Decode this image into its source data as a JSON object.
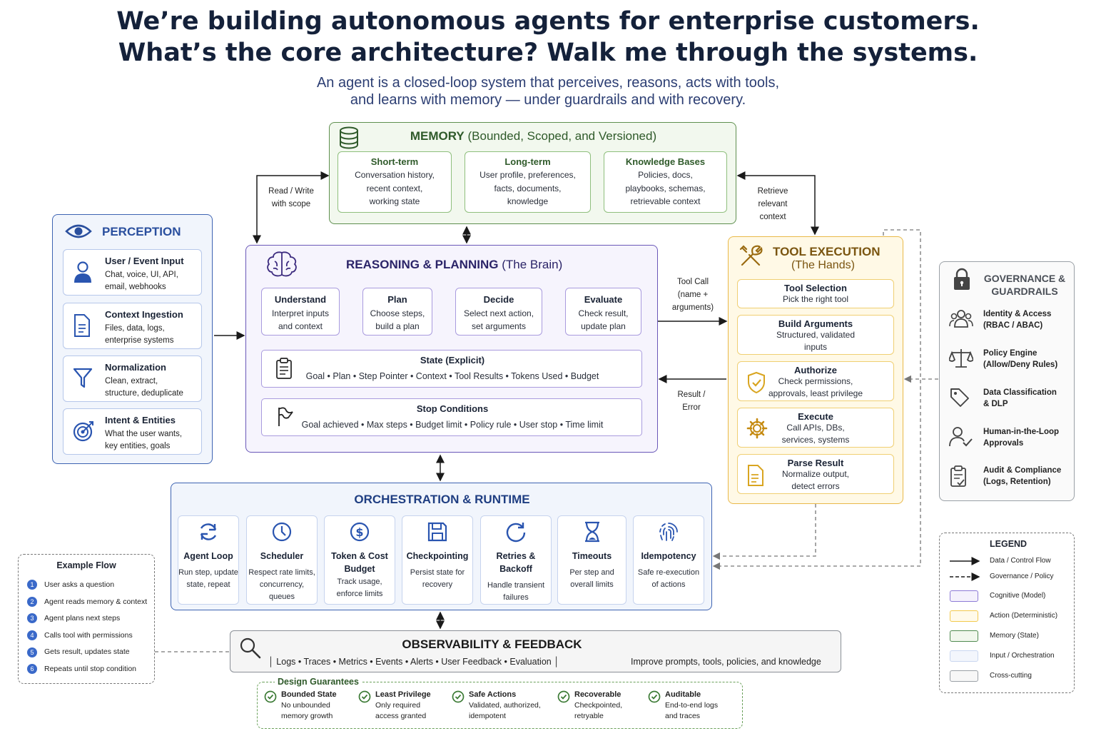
{
  "title": {
    "line1": "We’re building autonomous agents for enterprise customers.",
    "line2": "What’s the core architecture? Walk me through the systems."
  },
  "subtitle": {
    "line1": "An agent is a closed-loop system that perceives, reasons, acts with tools,",
    "line2": "and learns with memory — under guardrails and with recovery."
  },
  "memory": {
    "title": "MEMORY",
    "qual": "(Bounded, Scoped, and Versioned)",
    "items": [
      {
        "name": "Short-term",
        "l1": "Conversation history,",
        "l2": "recent context,",
        "l3": "working state"
      },
      {
        "name": "Long-term",
        "l1": "User profile, preferences,",
        "l2": "facts, documents,",
        "l3": "knowledge"
      },
      {
        "name": "Knowledge Bases",
        "l1": "Policies, docs,",
        "l2": "playbooks, schemas,",
        "l3": "retrievable context"
      }
    ]
  },
  "edges": {
    "rw1": "Read / Write",
    "rw2": "with scope",
    "rt1": "Retrieve",
    "rt2": "relevant",
    "rt3": "context",
    "tc1": "Tool Call",
    "tc2": "(name +",
    "tc3": "arguments)",
    "re1": "Result /",
    "re2": "Error"
  },
  "perception": {
    "title": "PERCEPTION",
    "items": [
      {
        "name": "User / Event Input",
        "l1": "Chat, voice, UI, API,",
        "l2": "email, webhooks"
      },
      {
        "name": "Context Ingestion",
        "l1": "Files, data, logs,",
        "l2": "enterprise systems"
      },
      {
        "name": "Normalization",
        "l1": "Clean, extract,",
        "l2": "structure, deduplicate"
      },
      {
        "name": "Intent & Entities",
        "l1": "What the user wants,",
        "l2": "key entities, goals"
      }
    ]
  },
  "reasoning": {
    "title": "REASONING & PLANNING",
    "qual": "(The Brain)",
    "steps": [
      {
        "name": "Understand",
        "l1": "Interpret inputs",
        "l2": "and context"
      },
      {
        "name": "Plan",
        "l1": "Choose steps,",
        "l2": "build a plan"
      },
      {
        "name": "Decide",
        "l1": "Select next action,",
        "l2": "set arguments"
      },
      {
        "name": "Evaluate",
        "l1": "Check result,",
        "l2": "update plan"
      }
    ],
    "state_title": "State (Explicit)",
    "state_items": "Goal • Plan • Step Pointer • Context • Tool Results • Tokens Used • Budget",
    "stop_title": "Stop Conditions",
    "stop_items": "Goal achieved • Max steps • Budget limit • Policy rule • User stop • Time limit"
  },
  "tools": {
    "title": "TOOL EXECUTION",
    "qual": "(The Hands)",
    "items": [
      {
        "name": "Tool Selection",
        "l1": "Pick the right tool",
        "l2": ""
      },
      {
        "name": "Build Arguments",
        "l1": "Structured, validated",
        "l2": "inputs"
      },
      {
        "name": "Authorize",
        "l1": "Check permissions,",
        "l2": "approvals, least privilege"
      },
      {
        "name": "Execute",
        "l1": "Call APIs, DBs,",
        "l2": "services, systems"
      },
      {
        "name": "Parse Result",
        "l1": "Normalize output,",
        "l2": "detect errors"
      }
    ]
  },
  "governance": {
    "title1": "GOVERNANCE &",
    "title2": "GUARDRAILS",
    "items": [
      {
        "l1": "Identity & Access",
        "l2": "(RBAC / ABAC)"
      },
      {
        "l1": "Policy Engine",
        "l2": "(Allow/Deny Rules)"
      },
      {
        "l1": "Data Classification",
        "l2": "& DLP"
      },
      {
        "l1": "Human-in-the-Loop",
        "l2": "Approvals"
      },
      {
        "l1": "Audit & Compliance",
        "l2": "(Logs, Retention)"
      }
    ]
  },
  "orchestration": {
    "title": "ORCHESTRATION & RUNTIME",
    "items": [
      {
        "name": "Agent Loop",
        "l1": "Run step, update",
        "l2": "state, repeat"
      },
      {
        "name": "Scheduler",
        "l1": "Respect rate limits,",
        "l2": "concurrency, queues"
      },
      {
        "name": "Token & Cost",
        "name2": "Budget",
        "l1": "Track usage,",
        "l2": "enforce limits"
      },
      {
        "name": "Checkpointing",
        "l1": "Persist state for",
        "l2": "recovery"
      },
      {
        "name": "Retries & Backoff",
        "l1": "Handle transient",
        "l2": "failures"
      },
      {
        "name": "Timeouts",
        "l1": "Per step and",
        "l2": "overall limits"
      },
      {
        "name": "Idempotency",
        "l1": "Safe re-execution",
        "l2": "of actions"
      }
    ]
  },
  "observability": {
    "title": "OBSERVABILITY & FEEDBACK",
    "items": "Logs • Traces • Metrics • Events • Alerts • User Feedback • Evaluation",
    "outcome": "Improve prompts, tools, policies, and knowledge"
  },
  "flow": {
    "title": "Example Flow",
    "steps": [
      "User asks a question",
      "Agent reads memory & context",
      "Agent plans next steps",
      "Calls tool with permissions",
      "Gets result, updates state",
      "Repeats until stop condition"
    ]
  },
  "legend": {
    "title": "LEGEND",
    "items": [
      "Data / Control Flow",
      "Governance / Policy",
      "Cognitive (Model)",
      "Action (Deterministic)",
      "Memory (State)",
      "Input / Orchestration",
      "Cross-cutting"
    ],
    "colors": {
      "cognitive": "#8c7ad6",
      "action": "#f2c94c",
      "memory": "#4f8a4f",
      "input": "#c9d6f0",
      "cross": "#9aa0a6"
    }
  },
  "guarantees": {
    "title": "Design Guarantees",
    "items": [
      {
        "name": "Bounded State",
        "l1": "No unbounded",
        "l2": "memory growth"
      },
      {
        "name": "Least Privilege",
        "l1": "Only required",
        "l2": "access granted"
      },
      {
        "name": "Safe Actions",
        "l1": "Validated, authorized,",
        "l2": "idempotent"
      },
      {
        "name": "Recoverable",
        "l1": "Checkpointed,",
        "l2": "retryable"
      },
      {
        "name": "Auditable",
        "l1": "End-to-end logs",
        "l2": "and traces"
      }
    ]
  }
}
